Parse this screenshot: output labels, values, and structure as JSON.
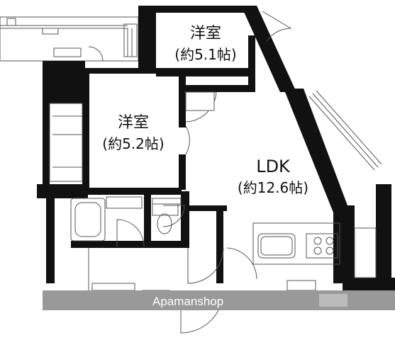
{
  "rooms": {
    "western_room_1": {
      "name": "洋室",
      "size": "(約5.1帖)"
    },
    "western_room_2": {
      "name": "洋室",
      "size": "(約5.2帖)"
    },
    "ldk": {
      "name": "LDK",
      "size": "(約12.6帖)"
    }
  },
  "watermark": "Apamanshop"
}
